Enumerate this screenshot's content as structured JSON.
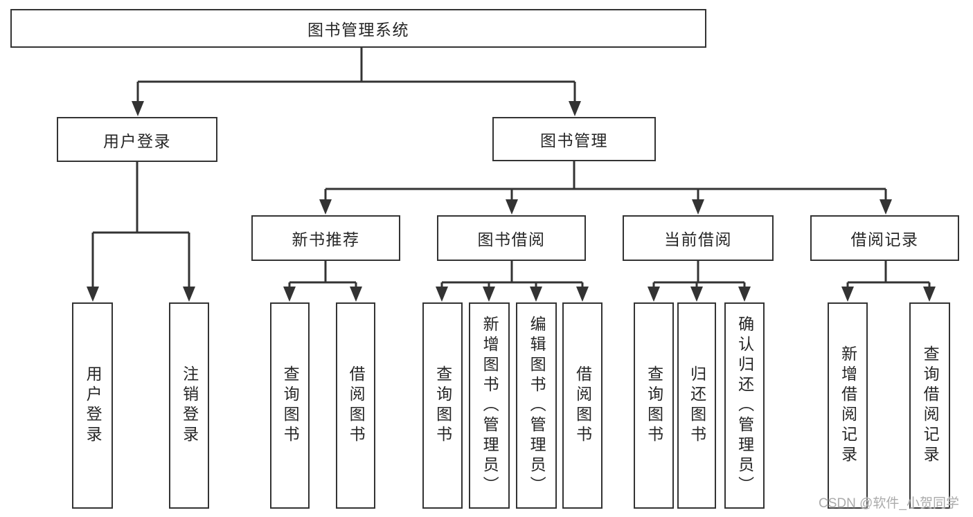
{
  "diagram_type": "hierarchy-tree",
  "tree": {
    "label": "图书管理系统",
    "children": [
      {
        "label": "用户登录",
        "children": [
          {
            "label": "用户登录"
          },
          {
            "label": "注销登录"
          }
        ]
      },
      {
        "label": "图书管理",
        "children": [
          {
            "label": "新书推荐",
            "children": [
              {
                "label": "查询图书"
              },
              {
                "label": "借阅图书"
              }
            ]
          },
          {
            "label": "图书借阅",
            "children": [
              {
                "label": "查询图书"
              },
              {
                "label": "新增图书（管理员）"
              },
              {
                "label": "编辑图书（管理员）"
              },
              {
                "label": "借阅图书"
              }
            ]
          },
          {
            "label": "当前借阅",
            "children": [
              {
                "label": "查询图书"
              },
              {
                "label": "归还图书"
              },
              {
                "label": "确认归还（管理员）"
              }
            ]
          },
          {
            "label": "借阅记录",
            "children": [
              {
                "label": "新增借阅记录"
              },
              {
                "label": "查询借阅记录"
              }
            ]
          }
        ]
      }
    ]
  },
  "watermark": "CSDN @软件_小贺同学",
  "colors": {
    "line": "#333333",
    "box_border": "#333333",
    "text": "#262626",
    "background": "#ffffff",
    "watermark": "#ababab"
  }
}
